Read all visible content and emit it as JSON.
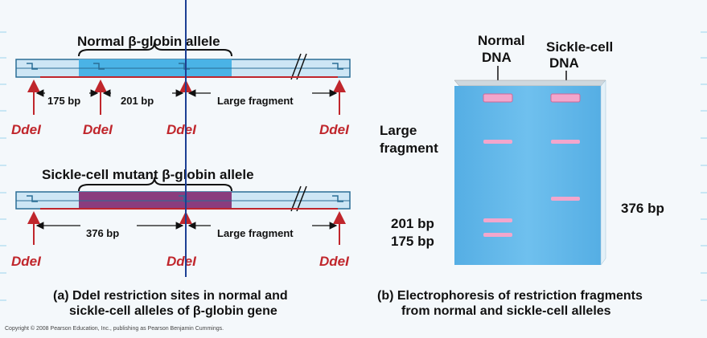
{
  "normal_allele": {
    "title": "Normal β-globin allele",
    "fragments": [
      "175 bp",
      "201 bp",
      "Large fragment"
    ],
    "sites": [
      "DdeI",
      "DdeI",
      "DdeI",
      "DdeI"
    ]
  },
  "mutant_allele": {
    "title": "Sickle-cell mutant β-globin allele",
    "fragments": [
      "376 bp",
      "Large fragment"
    ],
    "sites": [
      "DdeI",
      "DdeI",
      "DdeI"
    ]
  },
  "gel": {
    "lane_normal": [
      "Normal",
      "DNA"
    ],
    "lane_sickle": [
      "Sickle-cell",
      "DNA"
    ],
    "label_large": [
      "Large",
      "fragment"
    ],
    "label_376": "376 bp",
    "label_201": "201 bp",
    "label_175": "175 bp"
  },
  "captions": {
    "a_line1": "(a) DdeI restriction sites in normal and",
    "a_line2": "sickle-cell alleles of β-globin gene",
    "b_line1": "(b) Electrophoresis of restriction fragments",
    "b_line2": "from normal and sickle-cell alleles"
  },
  "copyright": "Copyright © 2008 Pearson Education, Inc., publishing as Pearson Benjamin Cummings.",
  "colors": {
    "dna_fill": "#cde6f5",
    "normal_gene": "#4ab3e6",
    "mutant_gene": "#8a3d7e",
    "site_red": "#c0262c",
    "gel_blue": "#5fb6e8",
    "band_pink": "#f2a6cc"
  }
}
